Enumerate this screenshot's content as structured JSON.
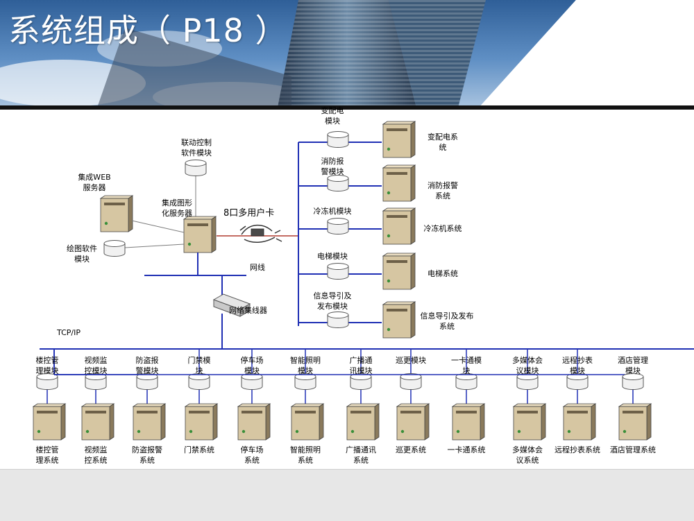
{
  "title": "系统组成（ P18 ）",
  "colors": {
    "bus": "#1f2fb4",
    "link_red": "#b03a2e",
    "link_gray": "#7a7a7a",
    "header_sky": "#3d6ea6",
    "footer_band": "#e7e7e7"
  },
  "labels": {
    "linkage_module": "联动控制\n软件模块",
    "web_server": "集成WEB\n服务器",
    "graphic_server": "集成图形\n化服务器",
    "drawing_module": "绘图软件\n模块",
    "card": "8口多用户卡",
    "network_line": "网线",
    "hub": "网络集线器",
    "tcpip": "TCP/IP"
  },
  "right_rows": [
    {
      "module": "变配电\n模块",
      "system": "变配电系\n统"
    },
    {
      "module": "消防报\n警模块",
      "system": "消防报警\n系统"
    },
    {
      "module": "冷冻机模块",
      "system": "冷冻机系统"
    },
    {
      "module": "电梯模块",
      "system": "电梯系统"
    },
    {
      "module": "信息导引及\n发布模块",
      "system": "信息导引及发布\n系统"
    }
  ],
  "bottom_columns": [
    {
      "module": "楼控管\n理模块",
      "system": "楼控管\n理系统"
    },
    {
      "module": "视频监\n控模块",
      "system": "视频监\n控系统"
    },
    {
      "module": "防盗报\n警模块",
      "system": "防盗报警\n系统"
    },
    {
      "module": "门禁模\n块",
      "system": "门禁系统"
    },
    {
      "module": "停车场\n模块",
      "system": "停车场\n系统"
    },
    {
      "module": "智能照明\n模块",
      "system": "智能照明\n系统"
    },
    {
      "module": "广播通\n讯模块",
      "system": "广播通讯\n系统"
    },
    {
      "module": "巡更模块",
      "system": "巡更系统"
    },
    {
      "module": "一卡通模\n块",
      "system": "一卡通系统"
    },
    {
      "module": "多媒体会\n议模块",
      "system": "多媒体会\n议系统"
    },
    {
      "module": "远程抄表\n模块",
      "system": "远程抄表系统"
    },
    {
      "module": "酒店管理\n模块",
      "system": "酒店管理系统"
    }
  ]
}
